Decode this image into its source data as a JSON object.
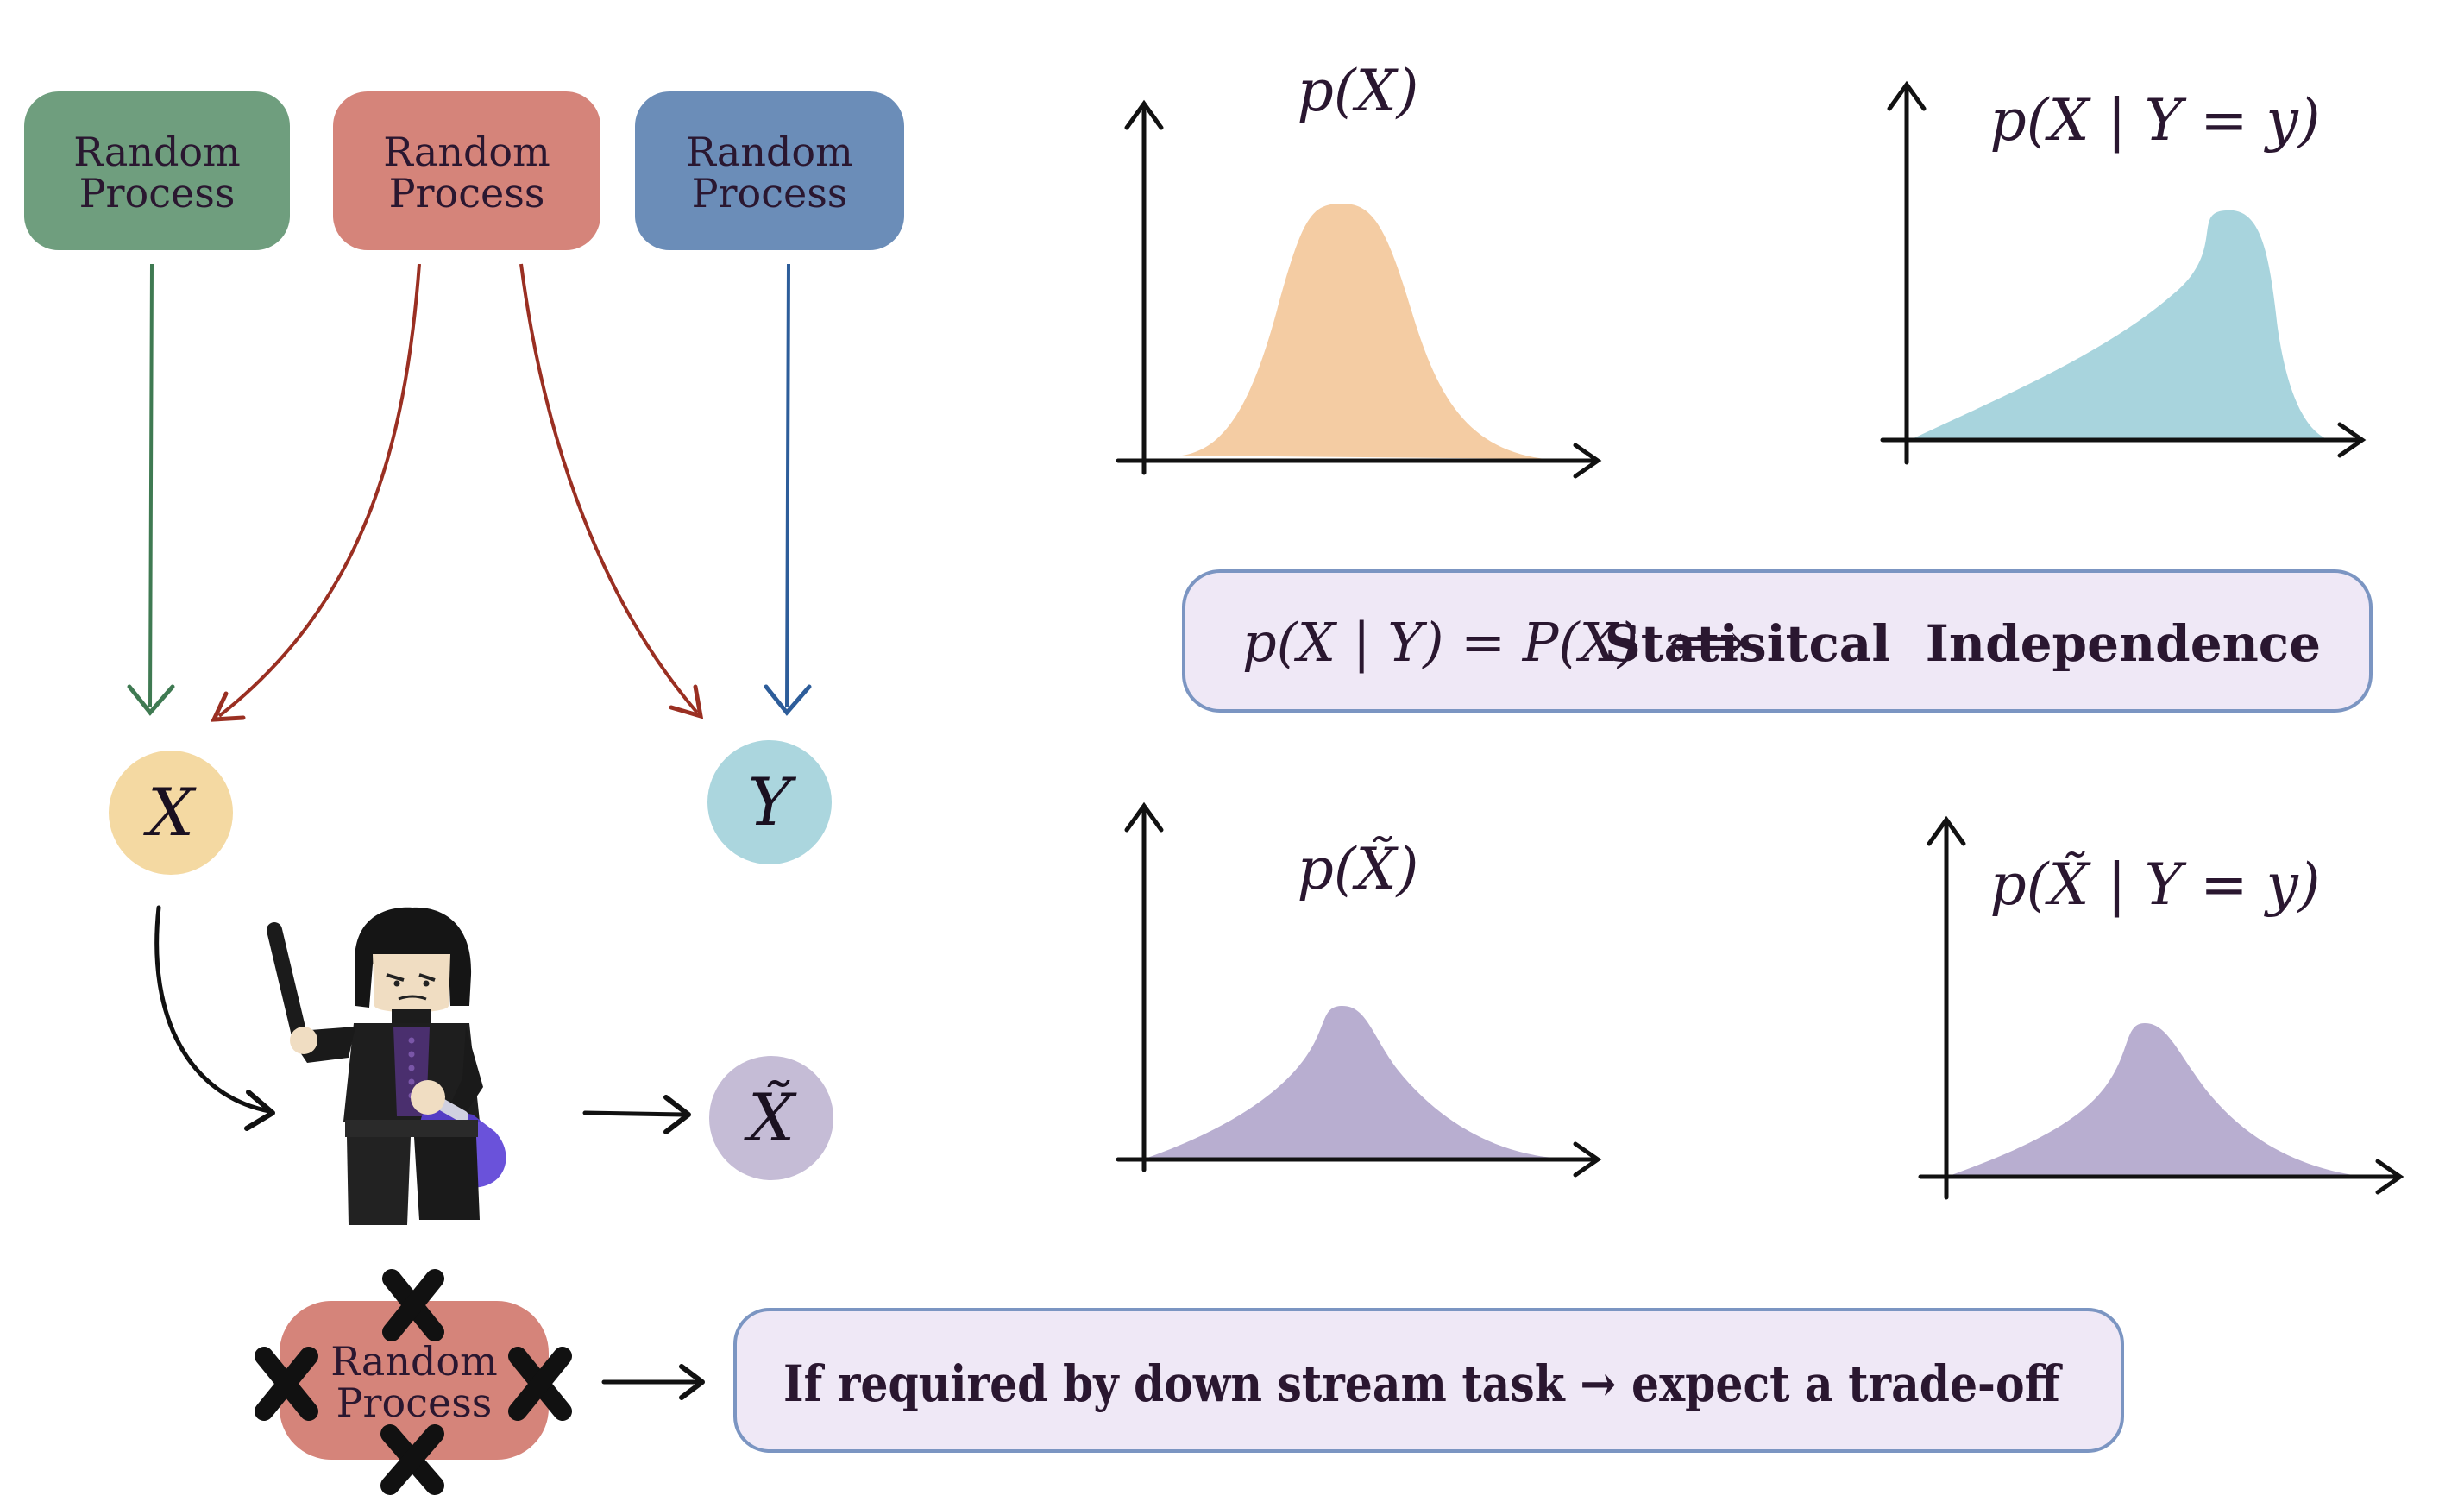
{
  "boxes": [
    {
      "line1": "Random",
      "line2": "Process",
      "color": "#6f9e7e"
    },
    {
      "line1": "Random",
      "line2": "Process",
      "color": "#d5847a"
    },
    {
      "line1": "Random",
      "line2": "Process",
      "color": "#6b8db8"
    }
  ],
  "nodes": {
    "x": {
      "label": "X",
      "color": "#f4d9a2"
    },
    "y": {
      "label": "Y",
      "color": "#abd6de"
    },
    "x_tilde": {
      "label": "X̃",
      "color": "#c5bcd6"
    }
  },
  "arrow_colors": {
    "green": "#3f7a52",
    "red": "#9a2f22",
    "blue": "#2d5d9a"
  },
  "plots": [
    {
      "title": "p(X)",
      "fill": "#f4cca3"
    },
    {
      "title": "p(X | Y = y)",
      "fill": "#a8d4dd"
    },
    {
      "title": "p(X̃)",
      "fill": "#b8aed0"
    },
    {
      "title": "p(X̃ | Y = y)",
      "fill": "#b8aed0"
    }
  ],
  "independence_banner": {
    "formula": "p(X | Y) = P(X)",
    "iff": "⟺",
    "text": "Statisitcal  Independence",
    "fill": "#efe8f6",
    "border": "#7b95c2"
  },
  "figure": {
    "name": "wizard-minifigure"
  },
  "bottom_box": {
    "line1": "Random",
    "line2": "Process",
    "color": "#d5847a"
  },
  "tradeoff_banner": {
    "text": "If required by down stream task → expect a trade-off",
    "fill": "#efe8f6",
    "border": "#7b95c2"
  }
}
